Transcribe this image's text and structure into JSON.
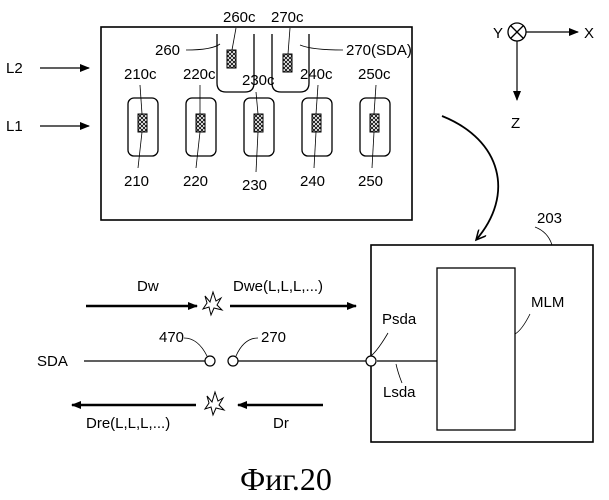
{
  "figure": {
    "caption": "Фиг.20"
  },
  "top_panel": {
    "row_labels": {
      "l2": "L2",
      "l1": "L1"
    },
    "row1": [
      {
        "top": "210c",
        "bottom": "210"
      },
      {
        "top": "220c",
        "bottom": "220"
      },
      {
        "top": "230c",
        "bottom": "230"
      },
      {
        "top": "240c",
        "bottom": "240"
      },
      {
        "top": "250c",
        "bottom": "250"
      }
    ],
    "row2": [
      {
        "top": "260c",
        "side": "260"
      },
      {
        "top": "270c",
        "side": "270(SDA)"
      }
    ]
  },
  "axes": {
    "x": "X",
    "y": "Y",
    "z": "Z"
  },
  "device": {
    "ref": "203",
    "memory": "MLM",
    "pad": "Psda",
    "line": "Lsda"
  },
  "signal": {
    "write_in": "Dw",
    "write_expanded": "Dwe(L,L,L,...)",
    "line_name": "SDA",
    "left_terminal": "470",
    "right_terminal": "270",
    "read_expanded": "Dre(L,L,L,...)",
    "read_in": "Dr"
  }
}
